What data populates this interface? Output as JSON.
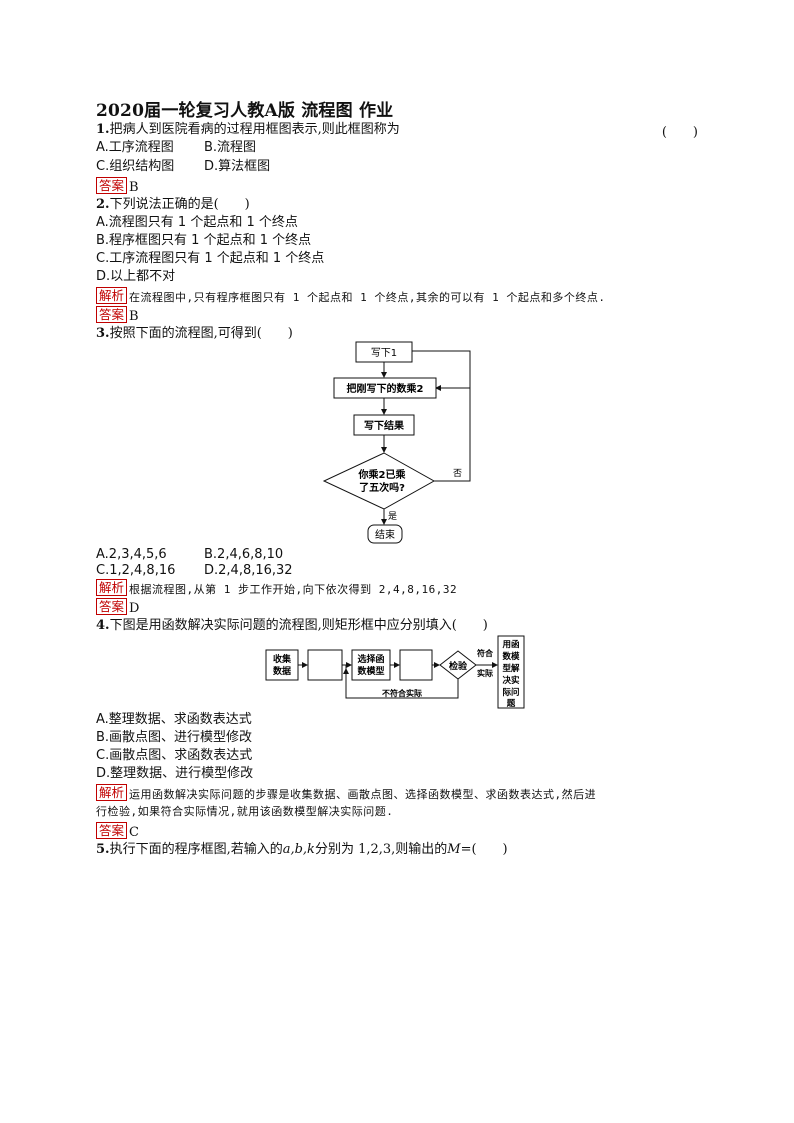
{
  "title": "2020届一轮复习人教A版 流程图 作业",
  "q1": {
    "num": "1.",
    "stem": "把病人到医院看病的过程用框图表示,则此框图称为",
    "paren": "(　　)",
    "opt_a": "A.工序流程图",
    "opt_b": "B.流程图",
    "opt_c": "C.组织结构图",
    "opt_d": "D.算法框图",
    "answer_tag": "答案",
    "answer": "B"
  },
  "q2": {
    "num": "2.",
    "stem": "下列说法正确的是(　　)",
    "opt_a": "A.流程图只有 1 个起点和 1 个终点",
    "opt_b": "B.程序框图只有 1 个起点和 1 个终点",
    "opt_c": "C.工序流程图只有 1 个起点和 1 个终点",
    "opt_d": "D.以上都不对",
    "analysis_tag": "解析",
    "analysis": "在流程图中,只有程序框图只有 1 个起点和 1 个终点,其余的可以有 1 个起点和多个终点.",
    "answer_tag": "答案",
    "answer": "B"
  },
  "q3": {
    "num": "3.",
    "stem": "按照下面的流程图,可得到(　　)",
    "flow": {
      "box1": "写下1",
      "box2": "把刚写下的数乘2",
      "box3": "写下结果",
      "diamond_l1": "你乘2已乘",
      "diamond_l2": "了五次吗?",
      "no": "否",
      "yes": "是",
      "end": "结束"
    },
    "opt_a": "A.2,3,4,5,6",
    "opt_b": "B.2,4,6,8,10",
    "opt_c": "C.1,2,4,8,16",
    "opt_d": "D.2,4,8,16,32",
    "analysis_tag": "解析",
    "analysis": "根据流程图,从第 1 步工作开始,向下依次得到 2,4,8,16,32",
    "answer_tag": "答案",
    "answer": "D"
  },
  "q4": {
    "num": "4.",
    "stem": "下图是用函数解决实际问题的流程图,则矩形框中应分别填入(　　)",
    "flow": {
      "b1_l1": "收集",
      "b1_l2": "数据",
      "b3_l1": "选择函",
      "b3_l2": "数模型",
      "check": "检验",
      "fit_l1": "符合",
      "fit_l2": "实际",
      "unfit": "不符合实际",
      "last": [
        "用函",
        "数模",
        "型解",
        "决实",
        "际问",
        "题"
      ]
    },
    "opt_a": "A.整理数据、求函数表达式",
    "opt_b": "B.画散点图、进行模型修改",
    "opt_c": "C.画散点图、求函数表达式",
    "opt_d": "D.整理数据、进行模型修改",
    "analysis_tag": "解析",
    "analysis_l1": "运用函数解决实际问题的步骤是收集数据、画散点图、选择函数模型、求函数表达式,然后进",
    "analysis_l2": "行检验,如果符合实际情况,就用该函数模型解决实际问题.",
    "answer_tag": "答案",
    "answer": "C"
  },
  "q5": {
    "num": "5.",
    "stem_a": "执行下面的程序框图,若输入的",
    "var_abk": "a,b,k",
    "stem_b": "分别为 1,2,3,则输出的",
    "var_m": "M",
    "stem_c": "=(　　)"
  }
}
